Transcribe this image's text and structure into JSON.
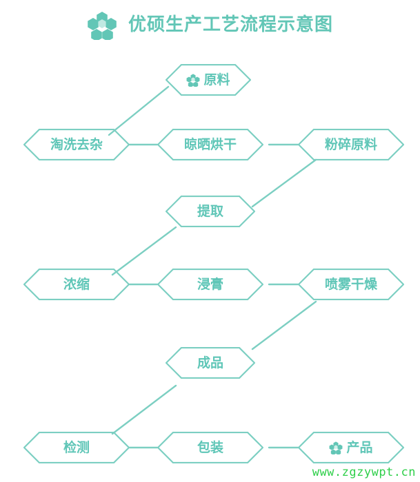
{
  "page": {
    "background_color": "#ffffff",
    "accent_color": "#62C6B6",
    "line_color": "#7CCFC2",
    "text_color": "#5FC6B7",
    "watermark_color": "#2FCF4A"
  },
  "header": {
    "title": "优硕生产工艺流程示意图",
    "icon": "hexagon-flower-icon"
  },
  "diagram": {
    "type": "flowchart",
    "nodes": [
      {
        "id": "raw-material",
        "label": "原料",
        "icon": "hexagon-flower-icon",
        "row": 1,
        "col": "center"
      },
      {
        "id": "wash-impurity",
        "label": "淘洗去杂",
        "icon": null,
        "row": 2,
        "col": "left"
      },
      {
        "id": "sun-dry",
        "label": "晾晒烘干",
        "icon": null,
        "row": 2,
        "col": "center"
      },
      {
        "id": "crush-material",
        "label": "粉碎原料",
        "icon": null,
        "row": 2,
        "col": "right"
      },
      {
        "id": "extract",
        "label": "提取",
        "icon": null,
        "row": 3,
        "col": "center"
      },
      {
        "id": "concentrate",
        "label": "浓缩",
        "icon": null,
        "row": 4,
        "col": "left"
      },
      {
        "id": "extractum",
        "label": "浸膏",
        "icon": null,
        "row": 4,
        "col": "center"
      },
      {
        "id": "spray-dry",
        "label": "喷雾干燥",
        "icon": null,
        "row": 4,
        "col": "right"
      },
      {
        "id": "finished-product",
        "label": "成品",
        "icon": null,
        "row": 5,
        "col": "center"
      },
      {
        "id": "inspection",
        "label": "检测",
        "icon": null,
        "row": 6,
        "col": "left"
      },
      {
        "id": "packaging",
        "label": "包装",
        "icon": null,
        "row": 6,
        "col": "center"
      },
      {
        "id": "product",
        "label": "产品",
        "icon": "hexagon-flower-icon",
        "row": 6,
        "col": "right"
      }
    ],
    "connectors": [
      {
        "from": "wash-impurity",
        "to": "raw-material",
        "style": "diagonal"
      },
      {
        "from": "wash-impurity",
        "to": "sun-dry",
        "style": "horizontal"
      },
      {
        "from": "sun-dry",
        "to": "crush-material",
        "style": "horizontal"
      },
      {
        "from": "crush-material",
        "to": "extract",
        "style": "diagonal"
      },
      {
        "from": "extract",
        "to": "concentrate",
        "style": "diagonal"
      },
      {
        "from": "concentrate",
        "to": "extractum",
        "style": "horizontal"
      },
      {
        "from": "extractum",
        "to": "spray-dry",
        "style": "horizontal"
      },
      {
        "from": "spray-dry",
        "to": "finished-product",
        "style": "diagonal"
      },
      {
        "from": "finished-product",
        "to": "inspection",
        "style": "diagonal"
      },
      {
        "from": "inspection",
        "to": "packaging",
        "style": "horizontal"
      },
      {
        "from": "packaging",
        "to": "product",
        "style": "horizontal"
      }
    ]
  },
  "watermark": {
    "text": "www.zgzywpt.cn"
  }
}
